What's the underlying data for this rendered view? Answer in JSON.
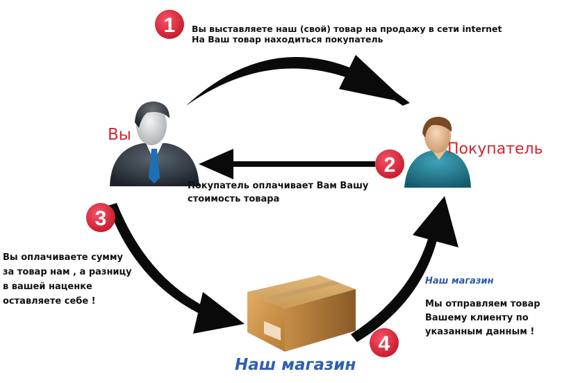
{
  "nodes": {
    "you_label": "Вы",
    "buyer_label": "Покупатель",
    "shop_label": "Наш магазин"
  },
  "steps": [
    {
      "number": "1",
      "lines": [
        "Вы выставляете наш (свой) товар на продажу в сети internet",
        "На Ваш товар находиться покупатель"
      ]
    },
    {
      "number": "2",
      "lines": [
        "Покупатель оплачивает Вам Вашу",
        "стоимость товара"
      ]
    },
    {
      "number": "3",
      "lines": [
        "Вы оплачиваете сумму",
        "за товар нам , а разницу",
        "в вашей наценке",
        "оставляете себе !"
      ]
    },
    {
      "number": "4",
      "title": "Наш магазин",
      "lines": [
        "Мы отправляем товар",
        "Вашему клиенту по",
        "указанным данным !"
      ]
    }
  ],
  "colors": {
    "badge_red": "#e2283a",
    "label_red": "#d4252c",
    "shop_blue": "#2f5fb0",
    "arrow_black": "#0a0a0a"
  },
  "icons": [
    "businessman-icon",
    "buyer-icon",
    "package-box-icon"
  ]
}
